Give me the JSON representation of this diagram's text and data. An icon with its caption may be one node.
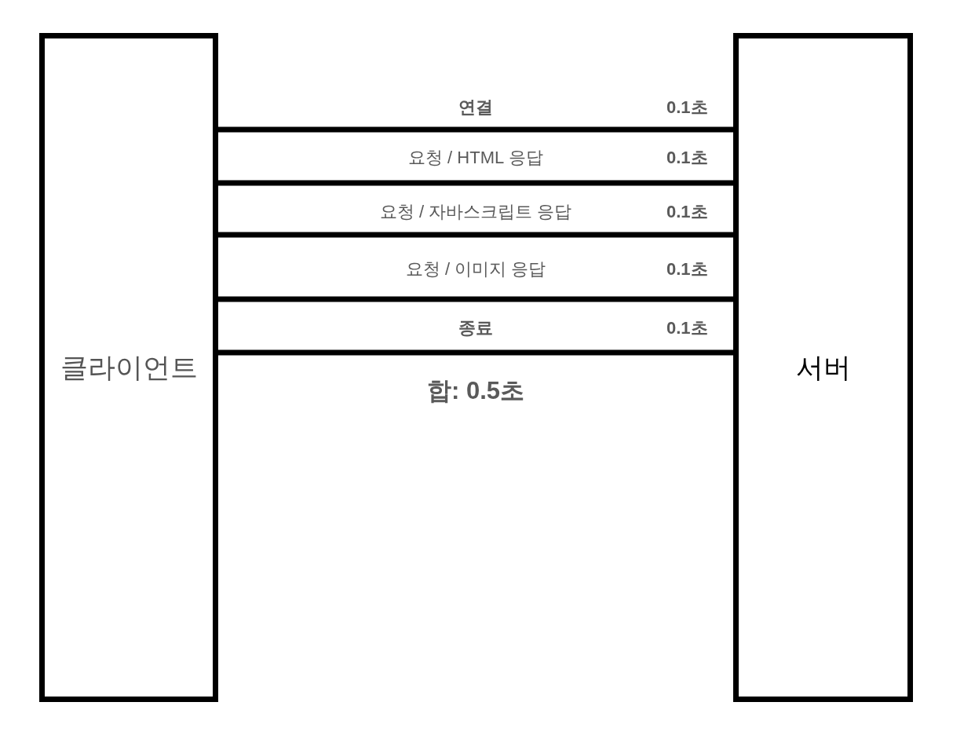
{
  "diagram": {
    "nodes": [
      {
        "text": [
          "클라이언트"
        ]
      },
      {
        "text": [
          "서버"
        ]
      }
    ],
    "edges": [
      {
        "from": 0,
        "to": 1,
        "arrow": "none",
        "label": "연결"
      },
      {
        "from": 0,
        "to": 1,
        "arrow": "none",
        "label": "요청 / HTML 응답"
      },
      {
        "from": 0,
        "to": 1,
        "arrow": "none",
        "label": "요청 / 자바스크립트 응답"
      },
      {
        "from": 0,
        "to": 1,
        "arrow": "none",
        "label": "요청 / 이미지 응답"
      },
      {
        "from": 0,
        "to": 1,
        "arrow": "none",
        "label": "종료"
      }
    ],
    "labels": [
      "0.1초",
      "0.1초",
      "0.1초",
      "0.1초",
      "0.1초",
      "합: 0.5초"
    ]
  }
}
